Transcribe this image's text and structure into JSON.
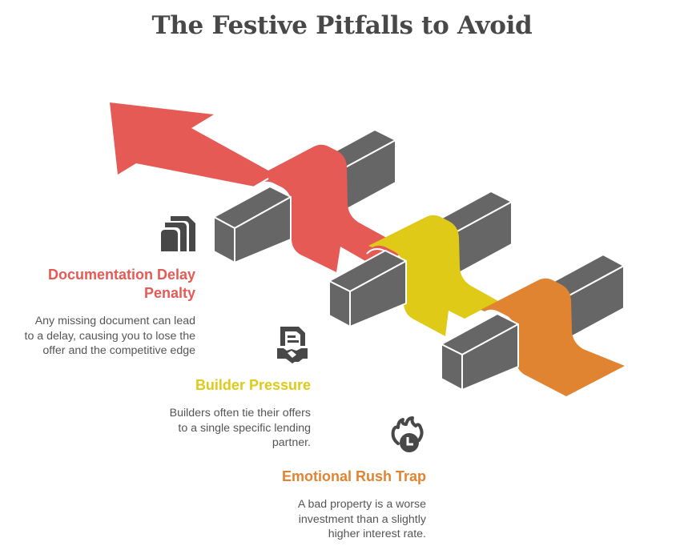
{
  "title": "The Festive Pitfalls to Avoid",
  "colors": {
    "red": "#E55A55",
    "yellow": "#DFCA17",
    "orange": "#E08432",
    "bar": "#666666",
    "icon": "#484848",
    "text": "#555555"
  },
  "items": [
    {
      "heading_line1": "Documentation Delay",
      "heading_line2": "Penalty",
      "description_lines": [
        "Any missing document can lead",
        "to a delay, causing you to lose the",
        "offer and the competitive edge"
      ],
      "icon": "stacked-documents-icon",
      "color": "#E55A55"
    },
    {
      "heading_line1": "Builder Pressure",
      "description_lines": [
        "Builders often tie their offers",
        "to a single specific lending",
        "partner."
      ],
      "icon": "contract-handshake-icon",
      "color": "#DFCA17"
    },
    {
      "heading_line1": "Emotional Rush Trap",
      "description_lines": [
        "A bad property is a worse",
        "investment than a slightly",
        "higher interest rate."
      ],
      "icon": "flame-clock-icon",
      "color": "#E08432"
    }
  ]
}
